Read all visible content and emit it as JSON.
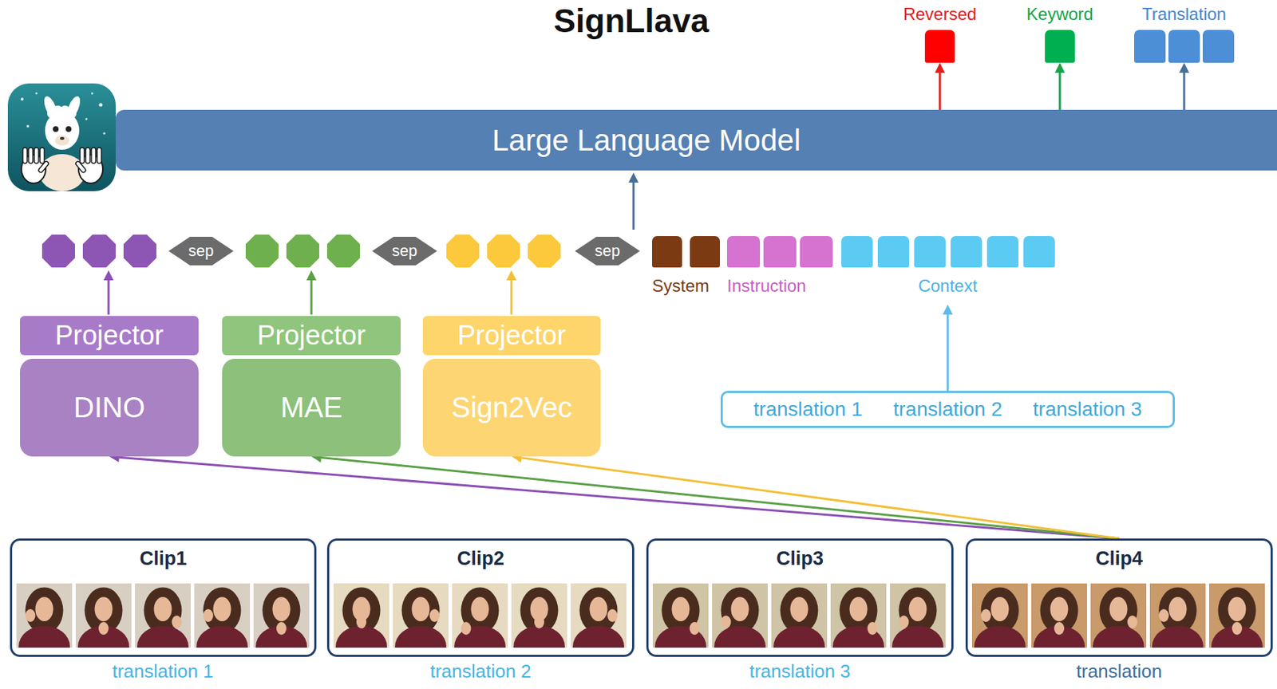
{
  "diagram": {
    "title": "SignLlava",
    "nodes": [
      {
        "text": [
          "Reversed"
        ]
      },
      {
        "text": [
          "Keyword"
        ]
      },
      {
        "text": [
          "Translation"
        ]
      },
      {
        "text": [
          "Large Language Model"
        ]
      },
      {
        "text": [
          "sep"
        ]
      },
      {
        "text": [
          "sep"
        ]
      },
      {
        "text": [
          "sep"
        ]
      },
      {
        "text": [
          "System"
        ]
      },
      {
        "text": [
          "Instruction"
        ]
      },
      {
        "text": [
          "Context"
        ]
      },
      {
        "text": [
          "Projector"
        ]
      },
      {
        "text": [
          "DINO"
        ]
      },
      {
        "text": [
          "Projector"
        ]
      },
      {
        "text": [
          "MAE"
        ]
      },
      {
        "text": [
          "Projector"
        ]
      },
      {
        "text": [
          "Sign2Vec"
        ]
      },
      {
        "text": [
          "translation 1",
          "translation 2",
          "translation 3"
        ]
      },
      {
        "text": [
          "Clip1"
        ]
      },
      {
        "text": [
          "Clip2"
        ]
      },
      {
        "text": [
          "Clip3"
        ]
      },
      {
        "text": [
          "Clip4"
        ]
      }
    ],
    "edges": [
      {
        "from": 3,
        "to": 0,
        "arrow": "to"
      },
      {
        "from": 3,
        "to": 1,
        "arrow": "to"
      },
      {
        "from": 3,
        "to": 2,
        "arrow": "to"
      },
      {
        "from": 16,
        "to": 9,
        "arrow": "to"
      },
      {
        "from": 20,
        "to": 11,
        "arrow": "to"
      },
      {
        "from": 20,
        "to": 13,
        "arrow": "to"
      },
      {
        "from": 20,
        "to": 15,
        "arrow": "to"
      }
    ],
    "labels": [
      "translation 1",
      "translation 2",
      "translation 3",
      "translation"
    ]
  }
}
